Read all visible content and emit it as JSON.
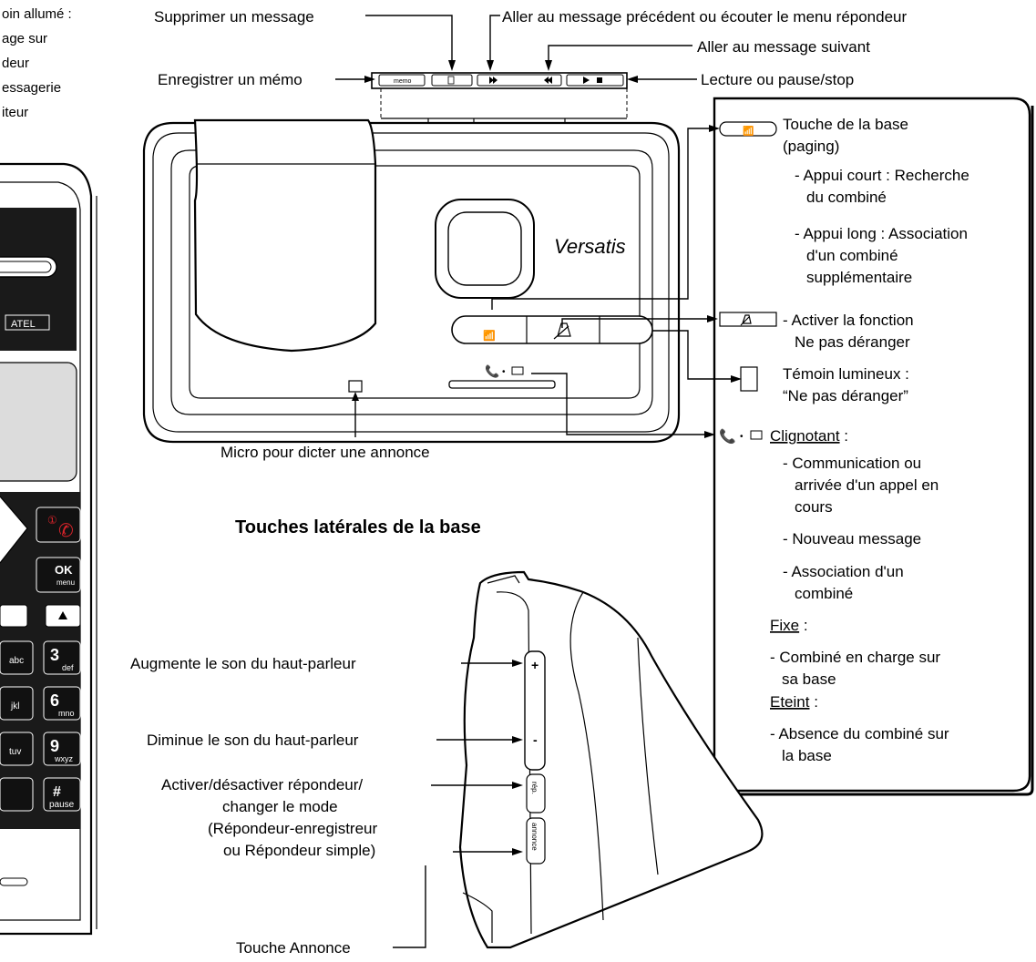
{
  "handset_fragment": {
    "top_text": [
      "oin allumé :",
      "age sur",
      "deur",
      "essagerie",
      "iteur"
    ],
    "brand": "ATEL",
    "keys": [
      "OK",
      "menu",
      "abc",
      "3",
      "def",
      "jkl",
      "6",
      "mno",
      "tuv",
      "9",
      "wxyz",
      "#",
      "pause"
    ]
  },
  "base_top": {
    "brand": "Versatis",
    "buttons": {
      "memo": "memo"
    }
  },
  "callouts": {
    "supprimer": "Supprimer un message",
    "precedent": "Aller au message précédent ou écouter le menu répondeur",
    "suivant": "Aller au message suivant",
    "memo": "Enregistrer un mémo",
    "lecture": "Lecture ou pause/stop",
    "micro": "Micro pour dicter une annonce"
  },
  "side_title": "Touches latérales de la base",
  "side_callouts": {
    "augmente": "Augmente le son du haut-parleur",
    "diminue": "Diminue le son du haut-parleur",
    "activer_l1": "Activer/désactiver répondeur/",
    "activer_l2": "changer le mode",
    "activer_l3": "(Répondeur-enregistreur",
    "activer_l4": "ou Répondeur simple)",
    "annonce": "Touche Annonce",
    "side_key_plus": "+",
    "side_key_minus": "-",
    "side_key_rep": "rép.",
    "side_key_annonce": "annonce"
  },
  "legend": {
    "paging_l1": "Touche de la base",
    "paging_l2": "(paging)",
    "court_l1": "- Appui court : Recherche",
    "court_l2": "du combiné",
    "long_l1": "- Appui long : Association",
    "long_l2": "d'un combiné",
    "long_l3": "supplémentaire",
    "npd_l1": "- Activer la fonction",
    "npd_l2": "Ne pas déranger",
    "temoin_l1": "Témoin lumineux :",
    "temoin_l2": "“Ne pas déranger”",
    "clignotant": "Clignotant",
    "colon": " :",
    "com_l1": "- Communication ou",
    "com_l2": "arrivée d'un appel en",
    "com_l3": "cours",
    "nouveau": "- Nouveau message",
    "assoc_l1": "- Association d'un",
    "assoc_l2": "combiné",
    "fixe": "Fixe",
    "charge_l1": "- Combiné en charge sur",
    "charge_l2": "sa base",
    "eteint": "Eteint",
    "absence_l1": "- Absence du combiné sur",
    "absence_l2": "la base"
  }
}
